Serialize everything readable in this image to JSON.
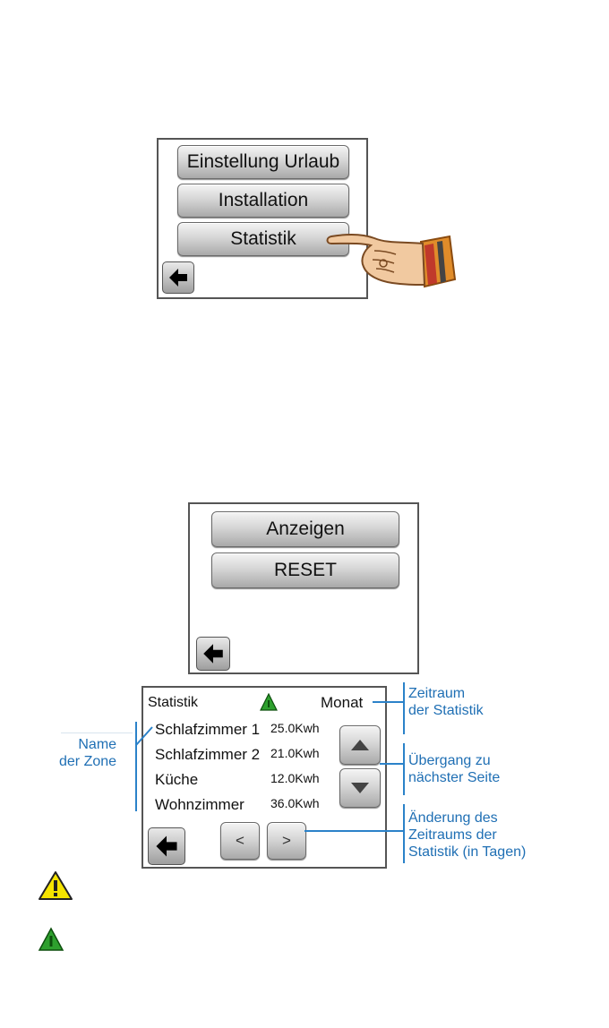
{
  "menu_screen": {
    "items": [
      "Einstellung Urlaub",
      "Installation",
      "Statistik"
    ]
  },
  "statistik_menu": {
    "show_label": "Anzeigen",
    "reset_label": "RESET"
  },
  "statistik_screen": {
    "title": "Statistik",
    "period": "Monat",
    "zones": [
      {
        "name": "Schlafzimmer 1",
        "value": "25.0Kwh"
      },
      {
        "name": "Schlafzimmer 2",
        "value": "21.0Kwh"
      },
      {
        "name": "Küche",
        "value": "12.0Kwh"
      },
      {
        "name": "Wohnzimmer",
        "value": "36.0Kwh"
      }
    ],
    "prev_label": "<",
    "next_label": ">"
  },
  "annotations": {
    "zone_name": [
      "Name",
      "der Zone"
    ],
    "period": [
      "Zeitraum",
      "der Statistik"
    ],
    "paging": [
      "Übergang zu",
      "nächster Seite"
    ],
    "period_change": [
      "Änderung des",
      "Zeitraums der",
      "Statistik (in Tagen)"
    ]
  },
  "colors": {
    "annotation": "#1f6fb4",
    "warning_yellow": "#f5e400",
    "info_green": "#2ea02e"
  }
}
